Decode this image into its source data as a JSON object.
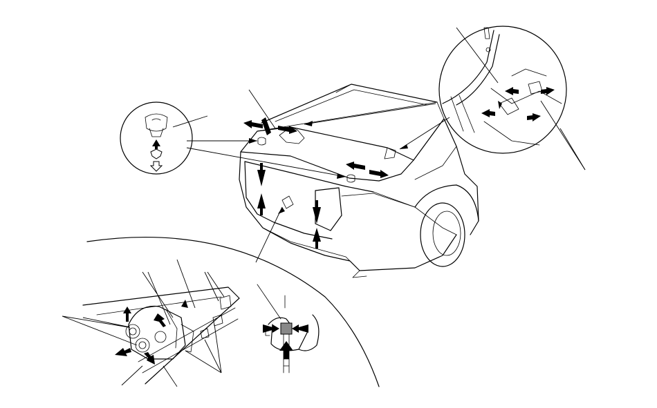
{
  "figure": {
    "background": "#ffffff",
    "ink": "#000000",
    "views": [
      "main-vehicle-view",
      "clip-detail-circle",
      "latch-detail-circle",
      "harness-detail-large",
      "cable-end-detail"
    ]
  }
}
